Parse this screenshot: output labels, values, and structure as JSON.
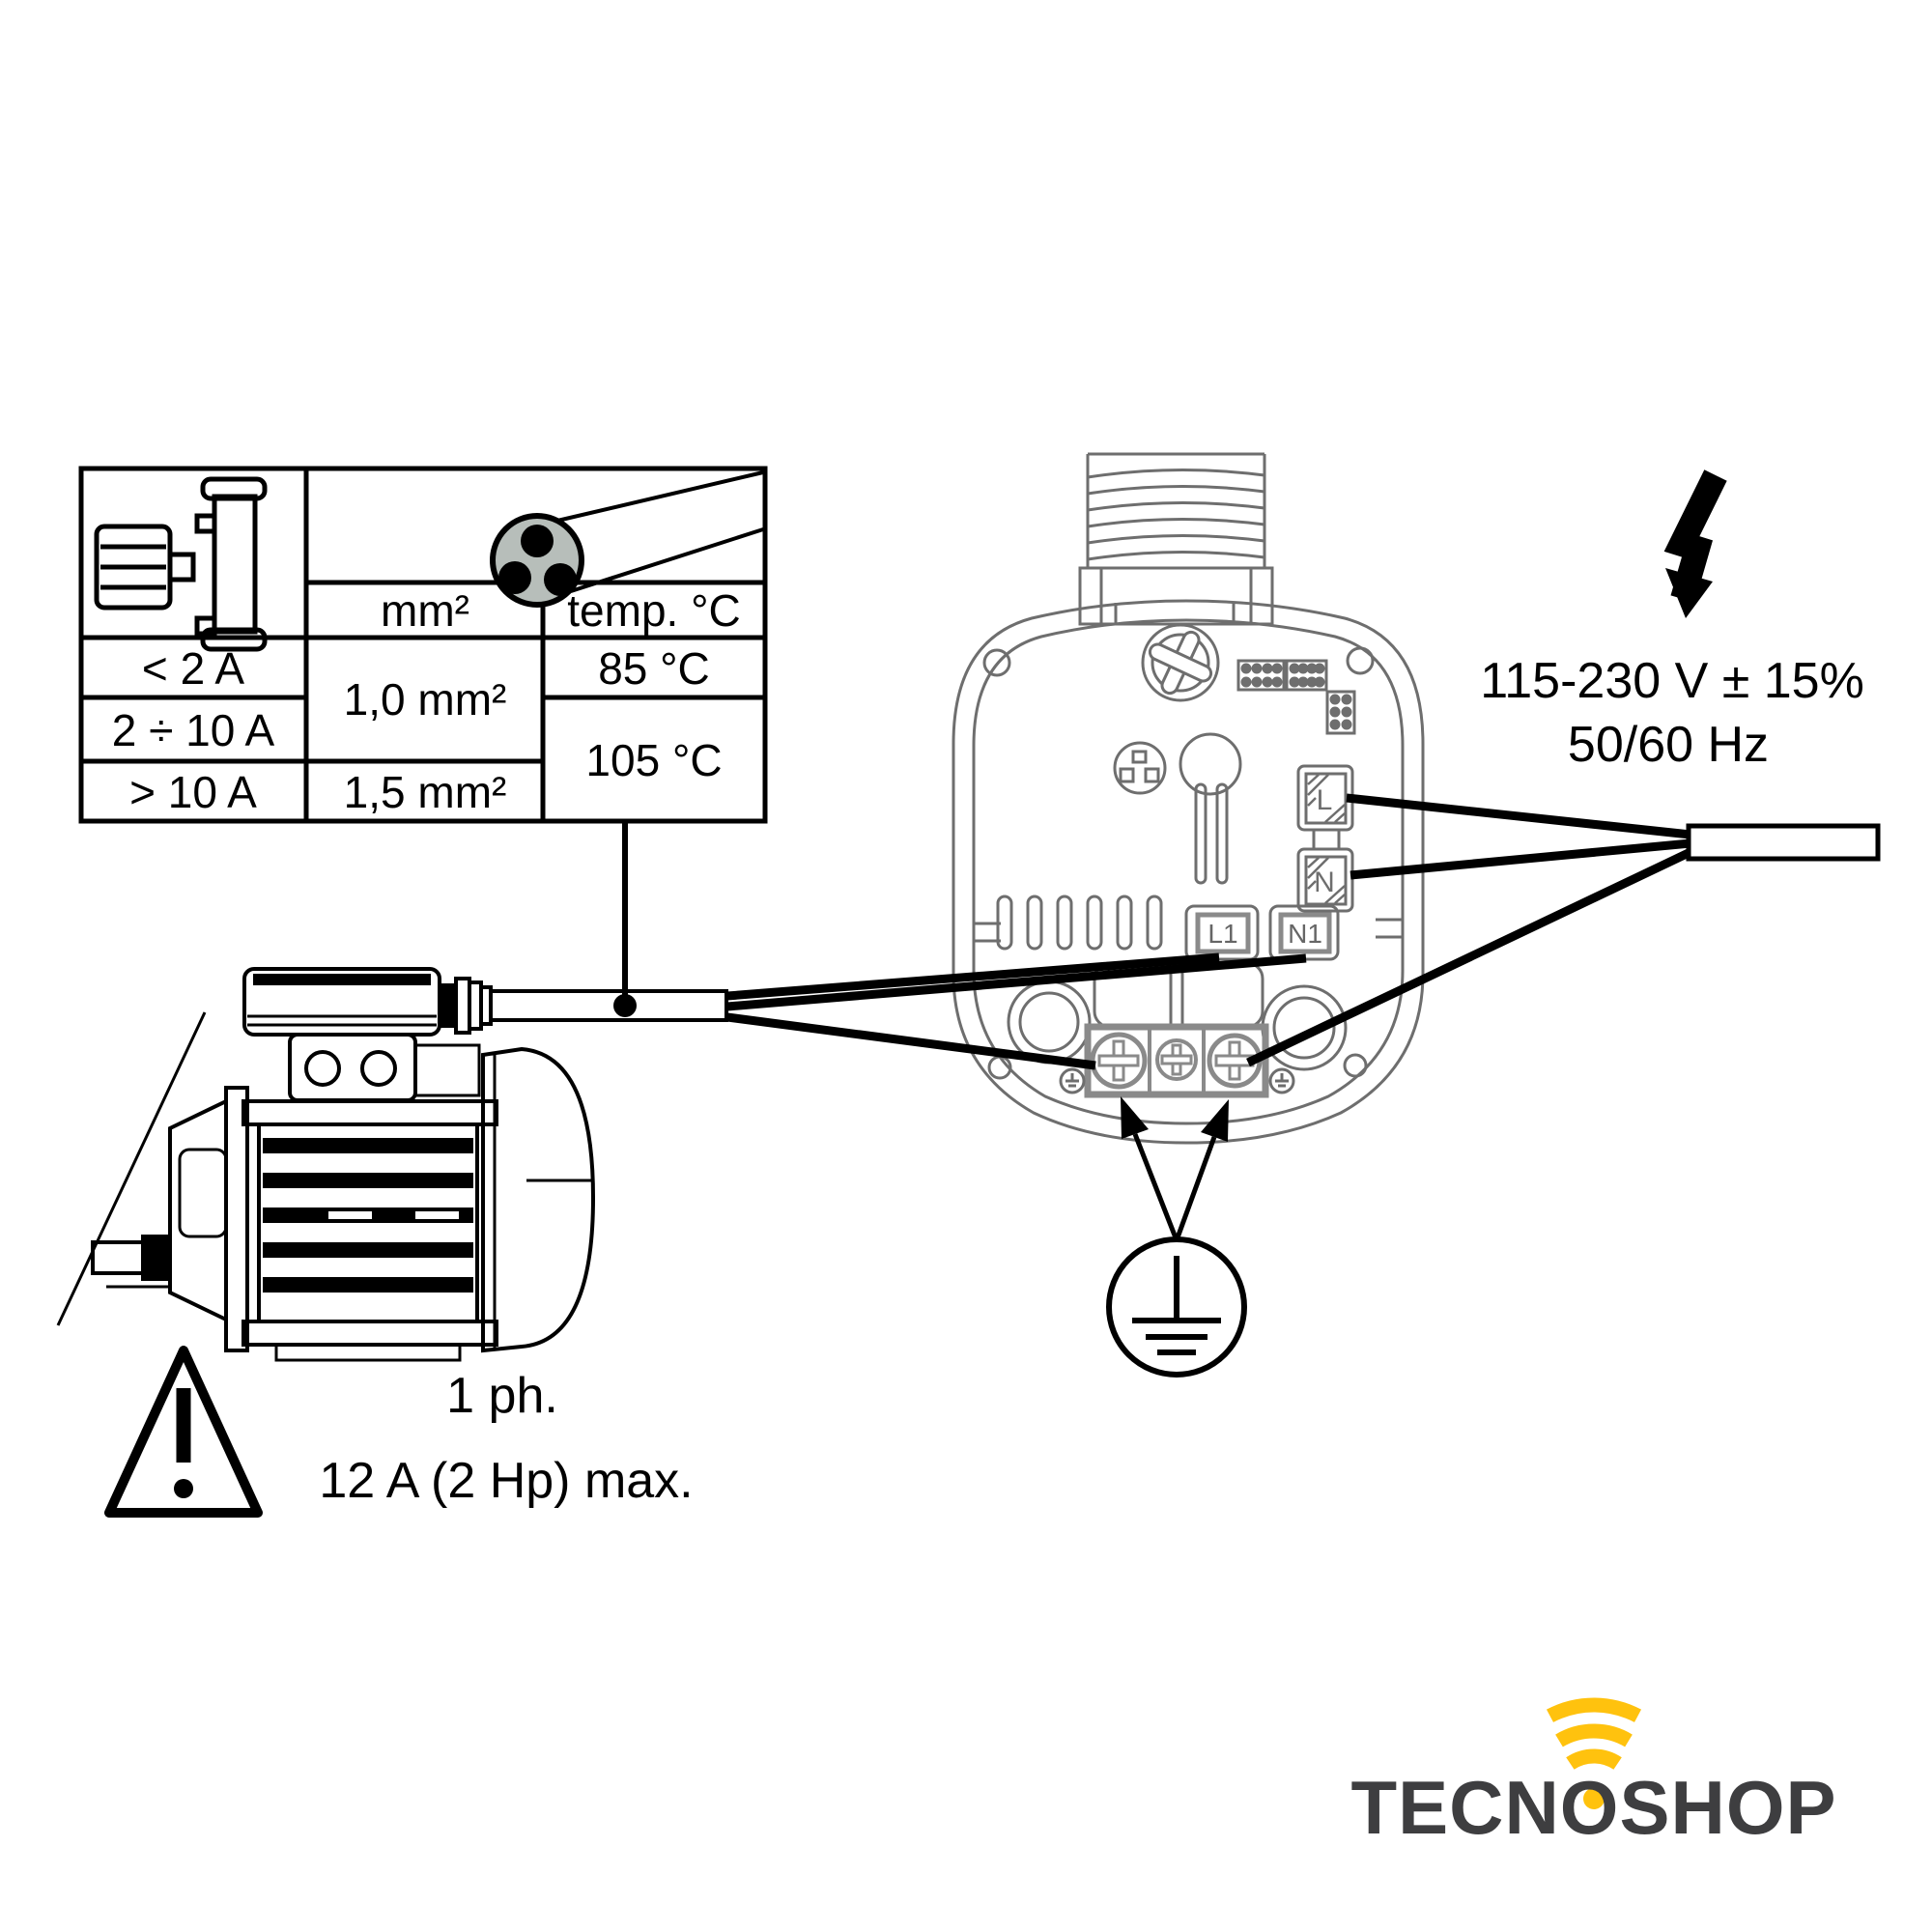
{
  "cable_table": {
    "header": {
      "size_unit": "mm²",
      "temp_unit": "temp. °C"
    },
    "current_cells": [
      "< 2 A",
      "2 ÷ 10 A",
      "> 10 A"
    ],
    "size_cells": [
      "1,0 mm²",
      "1,5 mm²"
    ],
    "temp_cells": [
      "85 °C",
      "105 °C"
    ],
    "icons": [
      "pump-icon",
      "cable-cross-section-icon"
    ]
  },
  "controller": {
    "terminals": {
      "line_in": "L",
      "neutral_in": "N",
      "line_out": "L1",
      "neutral_out": "N1"
    }
  },
  "supply": {
    "voltage": "115-230 V ± 15%",
    "frequency": "50/60 Hz",
    "icon": "lightning-bolt-icon"
  },
  "pump": {
    "phase": "1 ph.",
    "max_current": "12 A (2 Hp) max.",
    "icon": "warning-triangle-icon"
  },
  "earth": {
    "icon": "protective-earth-icon"
  },
  "logo": {
    "text": "TECNOSHOP",
    "icon": "wifi-arcs-icon",
    "colors": {
      "text": "#3E3E40",
      "accent": "#FFC20E"
    }
  },
  "colors": {
    "line_black": "#000000",
    "device_gray": "#6e6e6e",
    "strip_gray": "#8a8a8a",
    "cable_fill": "#b7beba"
  }
}
